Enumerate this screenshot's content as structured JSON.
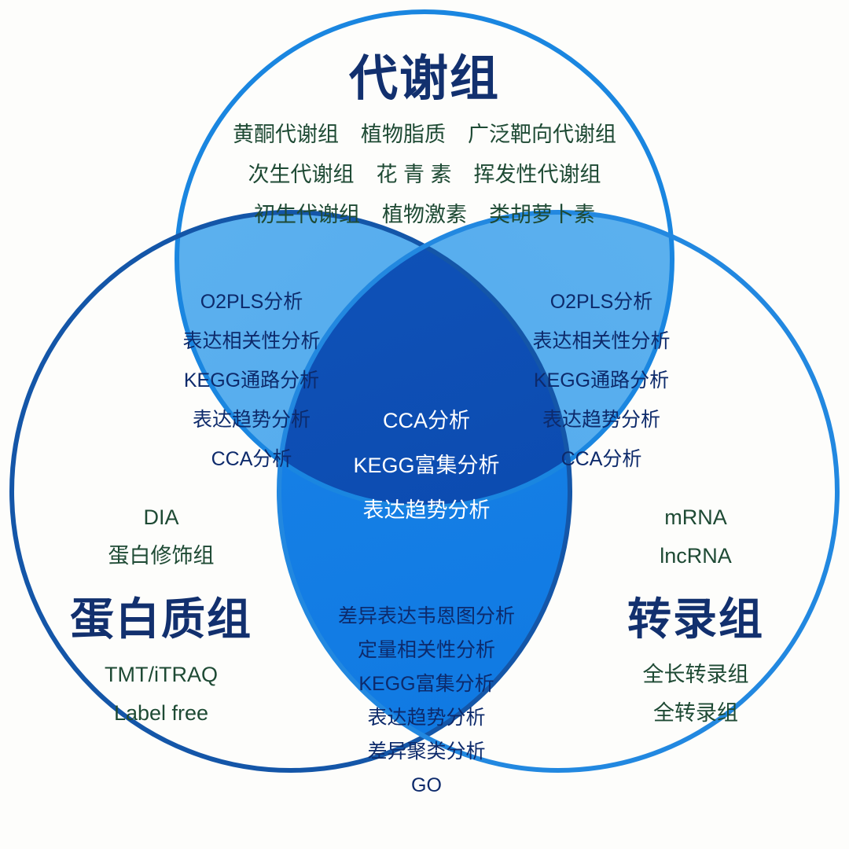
{
  "palette": {
    "background": "#fdfdfb",
    "stroke_top": "#1a86e0",
    "stroke_left": "#1456a8",
    "stroke_right": "#2288e0",
    "lens_pair": "#55aeee",
    "lens_bottom": "#1580e8",
    "center_triple": "#0f52b8",
    "title_navy": "#12306e",
    "item_green": "#1e4a34",
    "lens_label_navy": "#0d2a6b",
    "center_label": "#ffffff"
  },
  "diagram": {
    "type": "venn-3-set",
    "sets": [
      {
        "id": "metabolome",
        "position": "top",
        "title": "代谢组",
        "items": [
          [
            "黄酮代谢组",
            "植物脂质",
            "广泛靶向代谢组"
          ],
          [
            "次生代谢组",
            "花 青 素",
            "挥发性代谢组"
          ],
          [
            "初生代谢组",
            "植物激素",
            "类胡萝卜素"
          ]
        ]
      },
      {
        "id": "proteome",
        "position": "bottom-left",
        "title": "蛋白质组",
        "items_above": [
          "DIA",
          "蛋白修饰组"
        ],
        "items_below": [
          "TMT/iTRAQ",
          "Label free"
        ]
      },
      {
        "id": "transcriptome",
        "position": "bottom-right",
        "title": "转录组",
        "items_above": [
          "mRNA",
          "lncRNA"
        ],
        "items_below": [
          "全长转录组",
          "全转录组"
        ]
      }
    ],
    "intersections": [
      {
        "id": "metabolome-proteome",
        "position": "left-lens",
        "items": [
          "O2PLS分析",
          "表达相关性分析",
          "KEGG通路分析",
          "表达趋势分析",
          "CCA分析"
        ]
      },
      {
        "id": "metabolome-transcriptome",
        "position": "right-lens",
        "items": [
          "O2PLS分析",
          "表达相关性分析",
          "KEGG通路分析",
          "表达趋势分析",
          "CCA分析"
        ]
      },
      {
        "id": "proteome-transcriptome",
        "position": "bottom-lens",
        "items": [
          "差异表达韦恩图分析",
          "定量相关性分析",
          "KEGG富集分析",
          "表达趋势分析",
          "差异聚类分析",
          "GO"
        ]
      },
      {
        "id": "all-three",
        "position": "center",
        "items": [
          "CCA分析",
          "KEGG富集分析",
          "表达趋势分析"
        ]
      }
    ]
  }
}
